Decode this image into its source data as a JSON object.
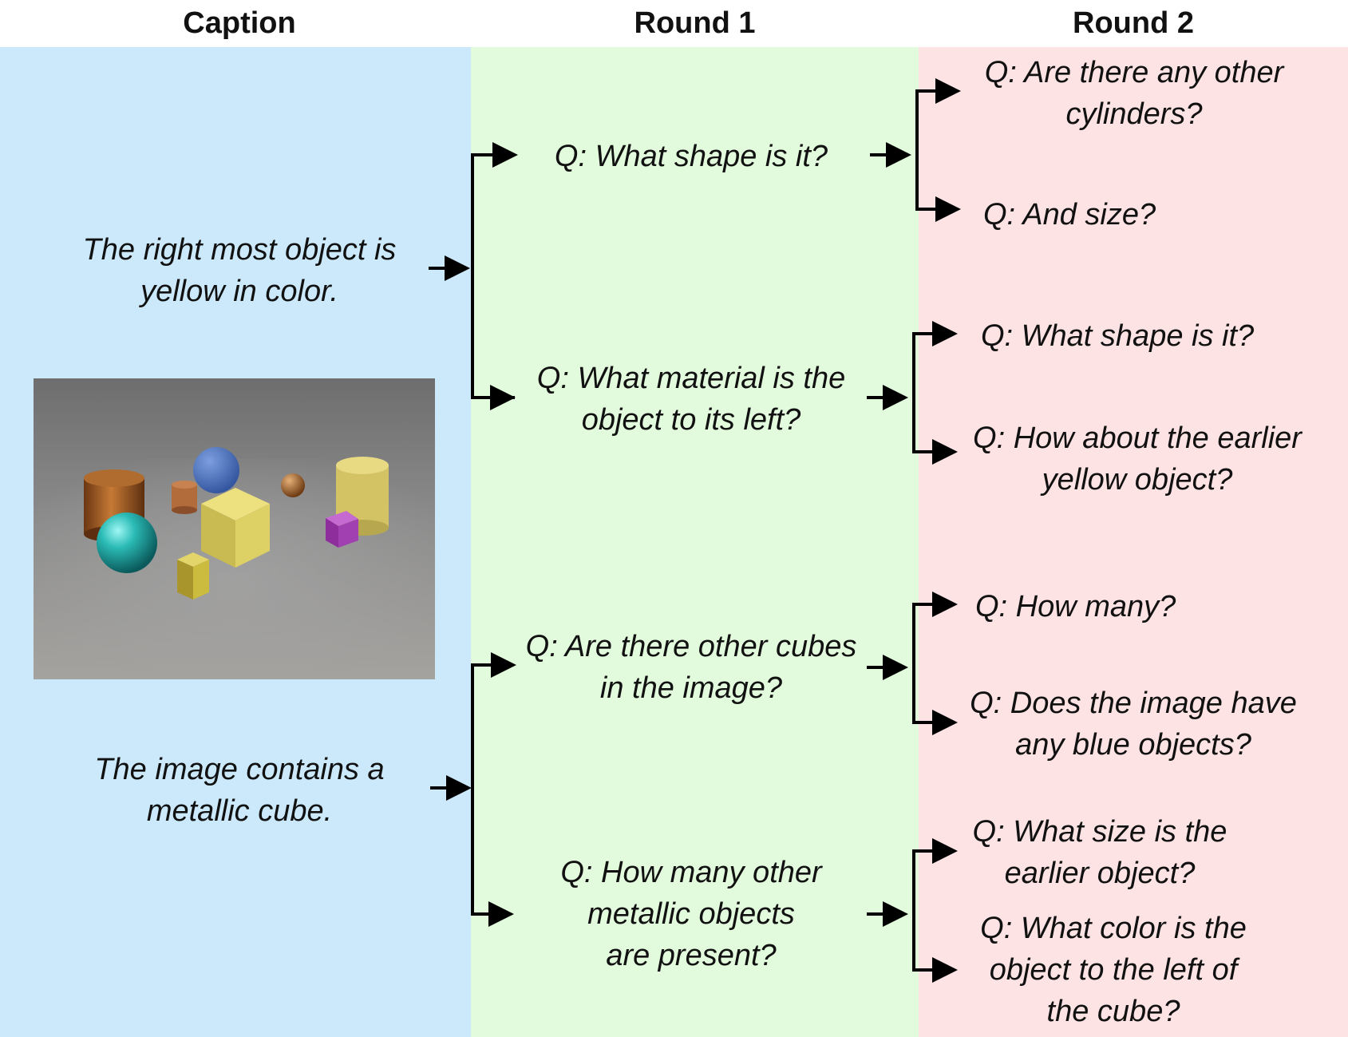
{
  "headers": {
    "caption": "Caption",
    "round1": "Round 1",
    "round2": "Round 2"
  },
  "captions": [
    {
      "lines": [
        "The right most object is",
        "yellow in color."
      ]
    },
    {
      "lines": [
        "The image contains a",
        "metallic cube."
      ]
    }
  ],
  "round1": [
    {
      "lines": [
        "Q: What shape is it?"
      ]
    },
    {
      "lines": [
        "Q: What material is the",
        "object to its left?"
      ]
    },
    {
      "lines": [
        "Q: Are there other cubes",
        "in the image?"
      ]
    },
    {
      "lines": [
        "Q: How many other",
        "metallic objects",
        "are present?"
      ]
    }
  ],
  "round2": [
    {
      "lines": [
        "Q: Are there any other",
        "cylinders?"
      ]
    },
    {
      "lines": [
        "Q: And size?"
      ]
    },
    {
      "lines": [
        "Q: What shape is it?"
      ]
    },
    {
      "lines": [
        "Q: How about the earlier",
        "yellow object?"
      ]
    },
    {
      "lines": [
        "Q: How many?"
      ]
    },
    {
      "lines": [
        "Q: Does the image have",
        "any blue objects?"
      ]
    },
    {
      "lines": [
        "Q: What size is the",
        "earlier object?"
      ]
    },
    {
      "lines": [
        "Q: What color is the",
        "object to the left of",
        "the cube?"
      ]
    }
  ],
  "colors": {
    "caption_bg": "#cbe9fb",
    "round1_bg": "#e3fbdd",
    "round2_bg": "#fde3e3",
    "arrow": "#000000"
  }
}
